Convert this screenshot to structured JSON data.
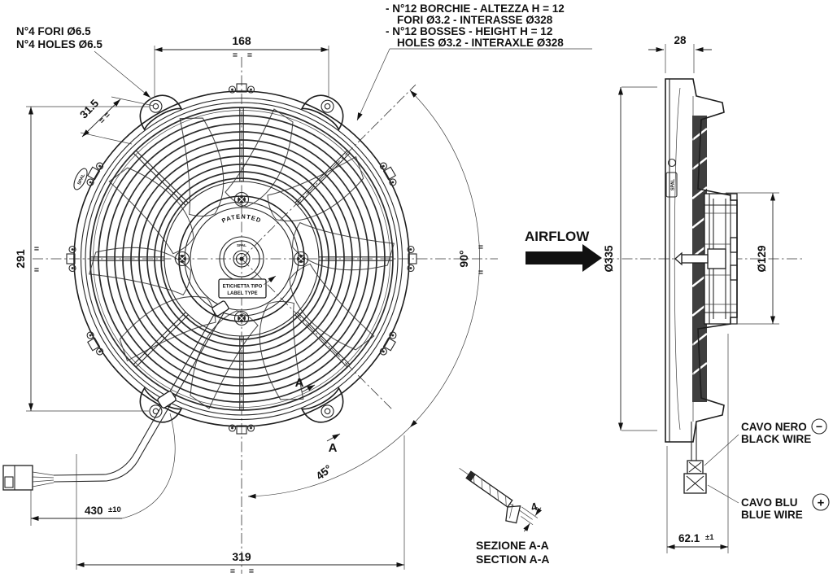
{
  "notes": {
    "holes": {
      "line1": "N°4 FORI Ø6.5",
      "line2": "N°4 HOLES Ø6.5"
    },
    "bosses": {
      "line1": "- N°12 BORCHIE - ALTEZZA H = 12",
      "line2": "FORI Ø3.2 - INTERASSE Ø328",
      "line3": "- N°12 BOSSES - HEIGHT H = 12",
      "line4": "HOLES Ø3.2 - INTERAXLE Ø328"
    }
  },
  "front_view": {
    "dims": {
      "width_168": "168",
      "height_291": "291",
      "offset_315": "31.5",
      "angle_90": "90°",
      "angle_45": "45°",
      "overall_319": "319",
      "cable_value": "430",
      "cable_tol": "±10",
      "eq": "="
    },
    "hub": {
      "patented": "PATENTED",
      "label_line1": "ETICHETTA TIPO",
      "label_line2": "LABEL TYPE",
      "brand": "SPAL"
    },
    "section_marker": "A"
  },
  "side_view": {
    "dims": {
      "depth_28": "28",
      "dia_fan": "Ø335",
      "dia_motor": "Ø129",
      "offset_value": "62.1",
      "offset_tol": "±1"
    },
    "airflow": "AIRFLOW",
    "brand": "SPAL",
    "wires": {
      "black_line1": "CAVO NERO",
      "black_line2": "BLACK WIRE",
      "black_polarity": "−",
      "blue_line1": "CAVO BLU",
      "blue_line2": "BLUE WIRE",
      "blue_polarity": "+"
    }
  },
  "section_detail": {
    "title_line1": "SEZIONE A-A",
    "title_line2": "SECTION A-A",
    "thickness": "4"
  },
  "colors": {
    "line": "#1c1c1c",
    "background": "#ffffff"
  }
}
